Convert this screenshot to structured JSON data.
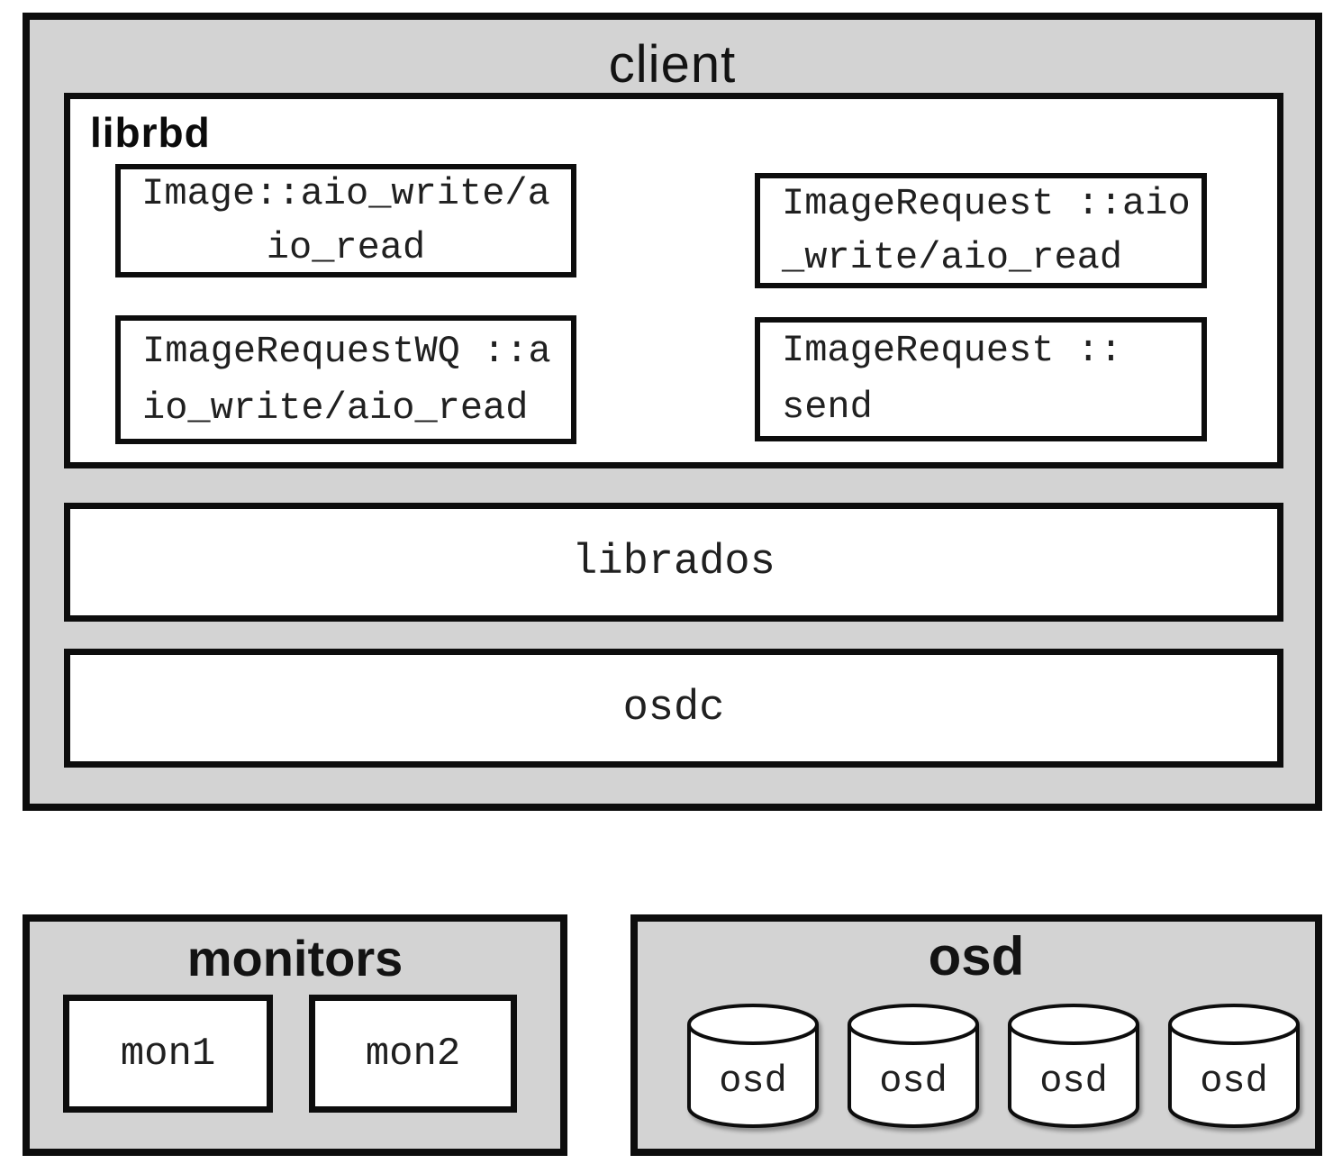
{
  "client": {
    "title": "client",
    "librbd": {
      "label": "librbd",
      "boxes": [
        {
          "lines": [
            "Image::aio_write/a",
            "io_read"
          ]
        },
        {
          "lines": [
            "ImageRequest ::aio",
            "_write/aio_read"
          ]
        },
        {
          "lines": [
            "ImageRequestWQ ::a",
            "io_write/aio_read"
          ]
        },
        {
          "lines": [
            "ImageRequest ::",
            "send"
          ]
        }
      ]
    },
    "librados_label": "librados",
    "osdc_label": "osdc"
  },
  "monitors": {
    "title": "monitors",
    "nodes": [
      {
        "label": "mon1"
      },
      {
        "label": "mon2"
      }
    ]
  },
  "osd": {
    "title": "osd",
    "nodes": [
      {
        "label": "osd"
      },
      {
        "label": "osd"
      },
      {
        "label": "osd"
      },
      {
        "label": "osd"
      }
    ]
  },
  "colors": {
    "panel_gray": "#d3d3d3",
    "border_black": "#0d0d0d",
    "box_white": "#ffffff"
  }
}
